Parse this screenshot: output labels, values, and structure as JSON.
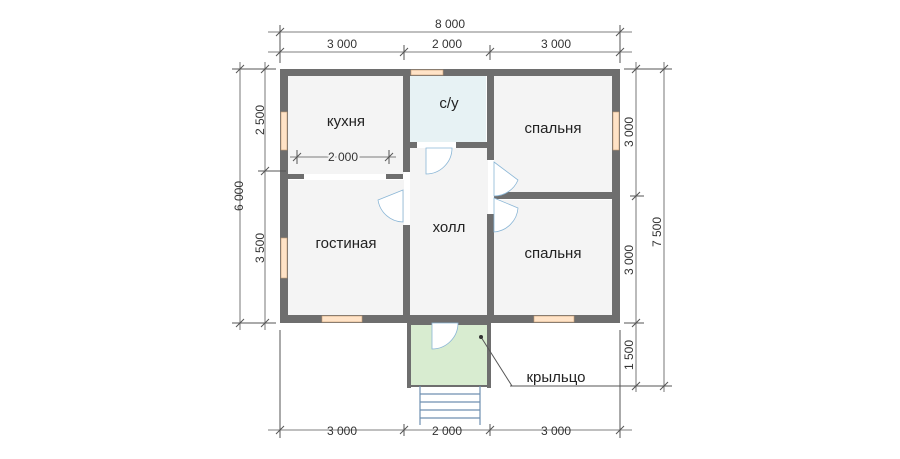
{
  "dimensions": {
    "top_total": "8 000",
    "top_segments": [
      "3 000",
      "2 000",
      "3 000"
    ],
    "bottom_segments": [
      "3 000",
      "2 000",
      "3 000"
    ],
    "left_total": "6 000",
    "left_segments": [
      "2 500",
      "3 500"
    ],
    "right_total": "7 500",
    "right_segments": [
      "3 000",
      "3 000",
      "1 500"
    ],
    "inner_kitchen": "2 000"
  },
  "rooms": {
    "kitchen": "кухня",
    "bathroom": "с/у",
    "bedroom_top": "спальня",
    "bedroom_bottom": "спальня",
    "hall": "холл",
    "living": "гостиная",
    "porch": "крыльцо"
  },
  "colors": {
    "wall": "#6e6e6e",
    "floor": "#f4f4f4",
    "bathroom_floor": "#e7f2f4",
    "porch_floor": "#d8ecd0",
    "window": "#ffe3c7",
    "door_arc": "#8ab6d6"
  }
}
